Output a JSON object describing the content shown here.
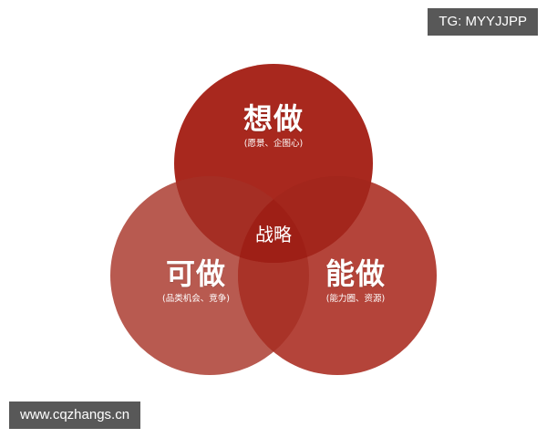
{
  "diagram": {
    "type": "venn",
    "circles": [
      {
        "id": "top",
        "title": "想做",
        "subtitle": "(愿景、企图心)",
        "color": "#a8281e"
      },
      {
        "id": "left",
        "title": "可做",
        "subtitle": "(品类机会、竞争)",
        "color": "#b85a50"
      },
      {
        "id": "right",
        "title": "能做",
        "subtitle": "(能力圈、资源)",
        "color": "#b4443a"
      }
    ],
    "center": {
      "label": "战略"
    },
    "overlap_colors": {
      "top_left": "#a52e24",
      "top_right": "#a3261c",
      "left_right": "#a93328",
      "all": "#9e1f16"
    }
  },
  "watermarks": {
    "top_right": "TG: MYYJJPP",
    "bottom_left": "www.cqzhangs.cn"
  }
}
